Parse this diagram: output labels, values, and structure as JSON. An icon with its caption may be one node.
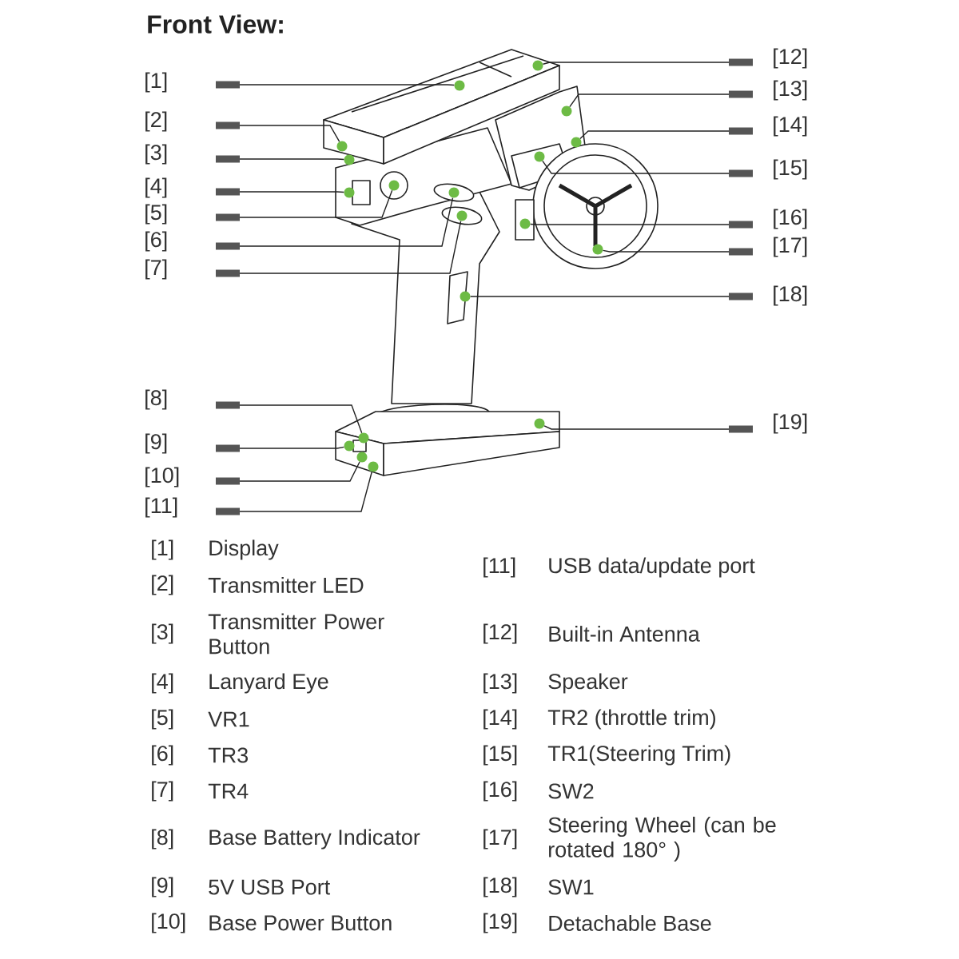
{
  "diagram": {
    "title": "Front View:",
    "nodes": [
      {
        "text": [
          "[1]"
        ]
      },
      {
        "text": [
          "[2]"
        ]
      },
      {
        "text": [
          "[3]"
        ]
      },
      {
        "text": [
          "[4]"
        ]
      },
      {
        "text": [
          "[5]"
        ]
      },
      {
        "text": [
          "[6]"
        ]
      },
      {
        "text": [
          "[7]"
        ]
      },
      {
        "text": [
          "[8]"
        ]
      },
      {
        "text": [
          "[9]"
        ]
      },
      {
        "text": [
          "[10]"
        ]
      },
      {
        "text": [
          "[11]"
        ]
      },
      {
        "text": [
          "[12]"
        ]
      },
      {
        "text": [
          "[13]"
        ]
      },
      {
        "text": [
          "[14]"
        ]
      },
      {
        "text": [
          "[15]"
        ]
      },
      {
        "text": [
          "[16]"
        ]
      },
      {
        "text": [
          "[17]"
        ]
      },
      {
        "text": [
          "[18]"
        ]
      },
      {
        "text": [
          "[19]"
        ]
      },
      {
        "text": [],
        "shape": "circle"
      },
      {
        "text": [],
        "shape": "circle"
      },
      {
        "text": [],
        "shape": "circle"
      },
      {
        "text": [],
        "shape": "circle"
      },
      {
        "text": [],
        "shape": "circle"
      },
      {
        "text": [],
        "shape": "circle"
      },
      {
        "text": [],
        "shape": "circle"
      },
      {
        "text": [],
        "shape": "circle"
      },
      {
        "text": [],
        "shape": "circle"
      },
      {
        "text": [],
        "shape": "circle"
      },
      {
        "text": [],
        "shape": "circle"
      },
      {
        "text": [],
        "shape": "circle"
      },
      {
        "text": [],
        "shape": "circle"
      },
      {
        "text": [],
        "shape": "circle"
      },
      {
        "text": [],
        "shape": "circle"
      },
      {
        "text": [],
        "shape": "circle"
      },
      {
        "text": [],
        "shape": "circle"
      },
      {
        "text": [],
        "shape": "circle"
      },
      {
        "text": [],
        "shape": "circle"
      }
    ],
    "edges": [
      {
        "from": 0,
        "to": 19,
        "arrow": "none"
      },
      {
        "from": 1,
        "to": 20,
        "arrow": "none"
      },
      {
        "from": 2,
        "to": 21,
        "arrow": "none"
      },
      {
        "from": 3,
        "to": 22,
        "arrow": "none"
      },
      {
        "from": 4,
        "to": 23,
        "arrow": "none"
      },
      {
        "from": 5,
        "to": 24,
        "arrow": "none"
      },
      {
        "from": 6,
        "to": 25,
        "arrow": "none"
      },
      {
        "from": 7,
        "to": 26,
        "arrow": "none"
      },
      {
        "from": 8,
        "to": 27,
        "arrow": "none"
      },
      {
        "from": 9,
        "to": 28,
        "arrow": "none"
      },
      {
        "from": 10,
        "to": 29,
        "arrow": "none"
      },
      {
        "from": 11,
        "to": 30,
        "arrow": "none"
      },
      {
        "from": 12,
        "to": 31,
        "arrow": "none"
      },
      {
        "from": 13,
        "to": 32,
        "arrow": "none"
      },
      {
        "from": 14,
        "to": 33,
        "arrow": "none"
      },
      {
        "from": 15,
        "to": 34,
        "arrow": "none"
      },
      {
        "from": 16,
        "to": 35,
        "arrow": "none"
      },
      {
        "from": 17,
        "to": 36,
        "arrow": "none"
      },
      {
        "from": 18,
        "to": 37,
        "arrow": "none"
      }
    ],
    "labels": [
      "[1]",
      "Display",
      "[11]",
      "USB data/update port",
      "[2]",
      "Transmitter LED",
      "[3]",
      "Transmitter Power Button",
      "[12]",
      "Built-in Antenna",
      "[4]",
      "Lanyard Eye",
      "[13]",
      "Speaker",
      "[5]",
      "VR1",
      "[14]",
      "TR2 (throttle trim)",
      "[6]",
      "TR3",
      "[15]",
      "TR1(Steering Trim)",
      "[7]",
      "TR4",
      "[16]",
      "SW2",
      "[8]",
      "Base Battery Indicator",
      "[17]",
      "Steering Wheel (can be rotated 180° )",
      "[9]",
      "5V USB Port",
      "[18]",
      "SW1",
      "[10]",
      "Base Power Button",
      "[19]",
      "Detachable Base"
    ]
  }
}
